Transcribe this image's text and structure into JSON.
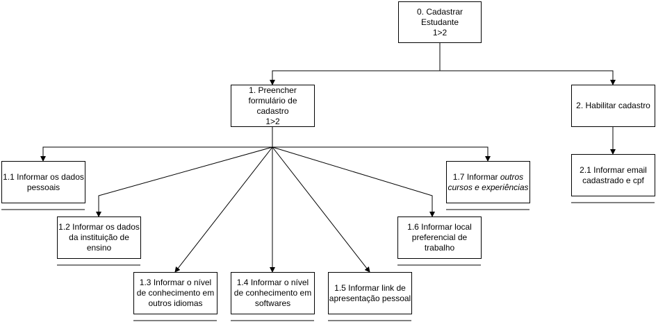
{
  "nodes": {
    "n0": {
      "lines": [
        "0. Cadastrar",
        "Estudante",
        "1>2"
      ]
    },
    "n1": {
      "lines": [
        "1. Preencher",
        "formulário de",
        "cadastro",
        "1>2"
      ]
    },
    "n2": {
      "lines": [
        "2. Habilitar cadastro"
      ]
    },
    "n11": {
      "lines": [
        "1.1 Informar os dados",
        "pessoais"
      ]
    },
    "n12": {
      "lines": [
        "1.2 Informar os dados",
        "da instituição de",
        "ensino"
      ]
    },
    "n13": {
      "lines": [
        "1.3 Informar o nível",
        "de conhecimento em",
        "outros idiomas"
      ]
    },
    "n14": {
      "lines": [
        "1.4 Informar o nível",
        "de conhecimento em",
        "softwares"
      ]
    },
    "n15": {
      "lines": [
        "1.5 Informar link de",
        "apresentação pessoal"
      ]
    },
    "n16": {
      "lines": [
        "1.6 Informar local",
        "preferencial de",
        "trabalho"
      ]
    },
    "n17": {
      "lines": [
        "1.7 Informar outros",
        "cursos e experiências"
      ]
    },
    "n21": {
      "lines": [
        "2.1 Informar email",
        "cadastrado e cpf"
      ]
    }
  },
  "colors": {
    "stroke": "#000000",
    "fill": "#ffffff",
    "text": "#000000"
  }
}
